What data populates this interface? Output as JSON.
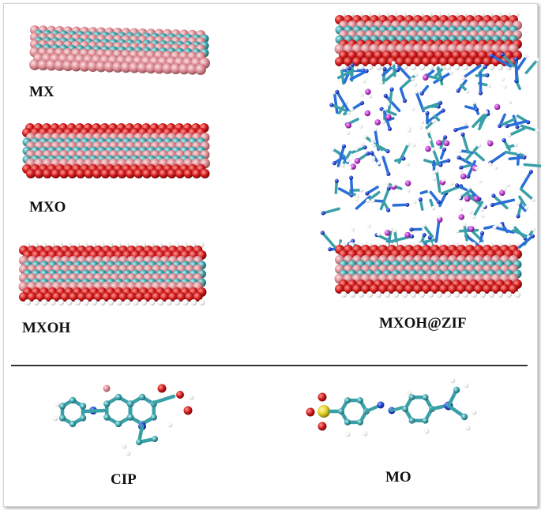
{
  "figure": {
    "labels": {
      "mx": "MX",
      "mxo": "MXO",
      "mxoh": "MXOH",
      "mxoh_zif": "MXOH@ZIF",
      "cip": "CIP",
      "mo": "MO"
    },
    "colors": {
      "titanium": "#3aa0a8",
      "carbon_pink": "#d9868e",
      "oxygen": "#d01818",
      "hydrogen": "#f2f2f2",
      "nitrogen": "#1f3fd0",
      "zinc": "#c03ad0",
      "sulfur": "#e0d020",
      "divider": "#333333"
    }
  }
}
